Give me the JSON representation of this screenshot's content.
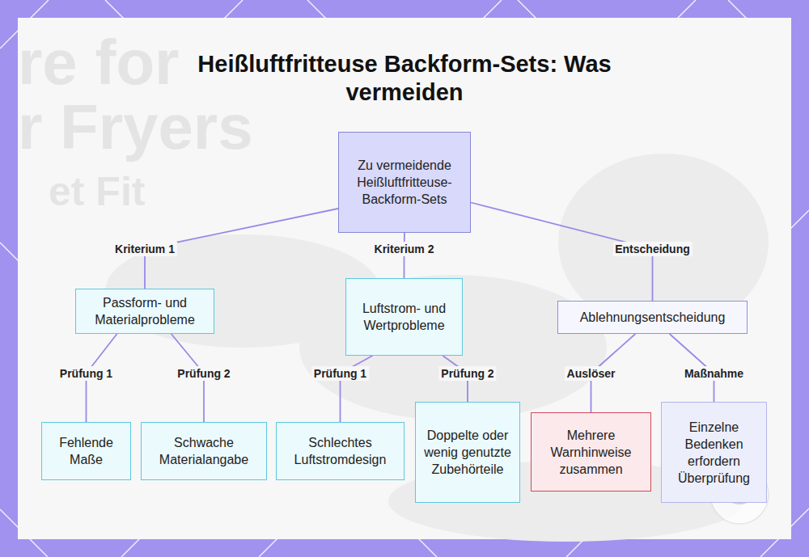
{
  "diagram": {
    "title": "Heißluftfritteuse Backform-Sets: Was vermeiden",
    "nodes": [
      {
        "text": [
          "Zu vermeidende Heißluftfritteuse-Backform-Sets"
        ]
      },
      {
        "text": [
          "Passform- und Materialprobleme"
        ]
      },
      {
        "text": [
          "Luftstrom- und Wertprobleme"
        ]
      },
      {
        "text": [
          "Ablehnungsentscheidung"
        ]
      },
      {
        "text": [
          "Fehlende Maße"
        ]
      },
      {
        "text": [
          "Schwache Materialangabe"
        ]
      },
      {
        "text": [
          "Schlechtes Luftstromdesign"
        ]
      },
      {
        "text": [
          "Doppelte oder wenig genutzte Zubehörteile"
        ]
      },
      {
        "text": [
          "Mehrere Warnhinweise zusammen"
        ]
      },
      {
        "text": [
          "Einzelne Bedenken erfordern Überprüfung"
        ]
      }
    ],
    "edges": [
      {
        "from": 0,
        "to": 1,
        "label": "Kriterium 1",
        "arrow": "none"
      },
      {
        "from": 0,
        "to": 2,
        "label": "Kriterium 2",
        "arrow": "none"
      },
      {
        "from": 0,
        "to": 3,
        "label": "Entscheidung",
        "arrow": "none"
      },
      {
        "from": 1,
        "to": 4,
        "label": "Prüfung 1",
        "arrow": "none"
      },
      {
        "from": 1,
        "to": 5,
        "label": "Prüfung 2",
        "arrow": "none"
      },
      {
        "from": 2,
        "to": 6,
        "label": "Prüfung 1",
        "arrow": "none"
      },
      {
        "from": 2,
        "to": 7,
        "label": "Prüfung 2",
        "arrow": "none"
      },
      {
        "from": 3,
        "to": 8,
        "label": "Auslöser",
        "arrow": "none"
      },
      {
        "from": 3,
        "to": 9,
        "label": "Maßnahme",
        "arrow": "none"
      }
    ],
    "labels": [
      "re for",
      "r Fryers",
      "et Fit"
    ]
  }
}
